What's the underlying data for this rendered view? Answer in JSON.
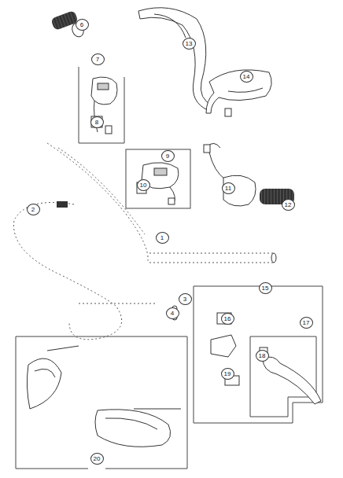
{
  "diagram": {
    "labels": [
      "6",
      "7",
      "8",
      "13",
      "14",
      "9",
      "10",
      "11",
      "12",
      "2",
      "1",
      "3",
      "4",
      "15",
      "16",
      "17",
      "18",
      "19",
      "20"
    ]
  }
}
